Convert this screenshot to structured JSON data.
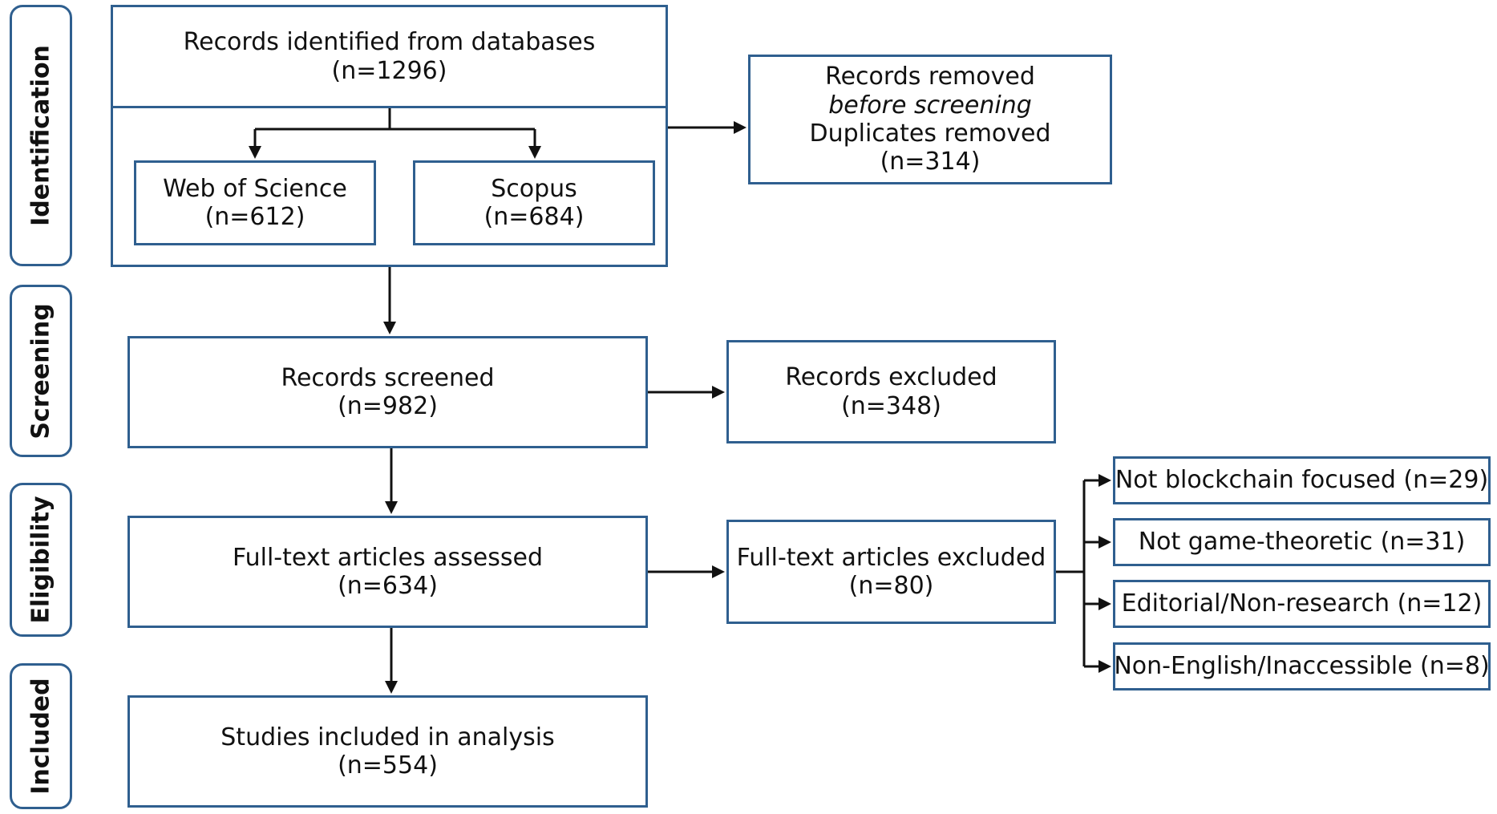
{
  "stages": {
    "identification": "Identification",
    "screening": "Screening",
    "eligibility": "Eligibility",
    "included": "Included"
  },
  "identified": {
    "line1": "Records identified from databases",
    "line2": "(n=1296)"
  },
  "wos": {
    "line1": "Web of Science",
    "line2": "(n=612)"
  },
  "scopus": {
    "line1": "Scopus",
    "line2": "(n=684)"
  },
  "removed": {
    "line1": "Records removed",
    "line2": "before screening",
    "line3": "Duplicates removed",
    "line4": "(n=314)"
  },
  "screened": {
    "line1": "Records screened",
    "line2": "(n=982)"
  },
  "excluded": {
    "line1": "Records excluded",
    "line2": "(n=348)"
  },
  "assessed": {
    "line1": "Full-text articles assessed",
    "line2": "(n=634)"
  },
  "ft_excluded": {
    "line1": "Full-text articles excluded",
    "line2": "(n=80)"
  },
  "reasons": [
    "Not blockchain focused (n=29)",
    "Not game-theoretic (n=31)",
    "Editorial/Non-research (n=12)",
    "Non-English/Inaccessible (n=8)"
  ],
  "included": {
    "line1": "Studies included in analysis",
    "line2": "(n=554)"
  },
  "colors": {
    "box_border": "#2f5f8f",
    "arrow": "#111111"
  }
}
